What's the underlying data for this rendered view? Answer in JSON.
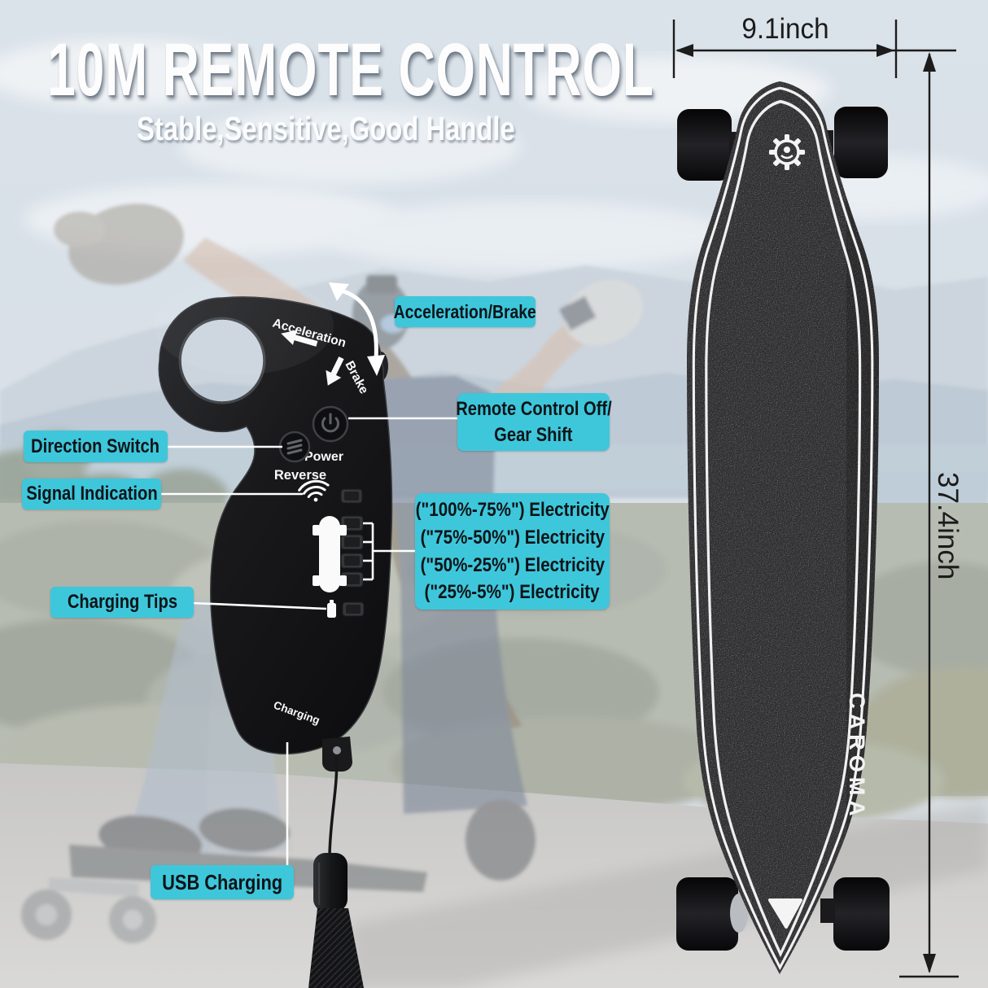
{
  "title": {
    "heading": "10M REMOTE CONTROL",
    "subheading": "Stable,Sensitive,Good Handle"
  },
  "callouts": {
    "acceleration_brake": "Acceleration/Brake",
    "remote_off": {
      "line1": "Remote Control Off/",
      "line2": "Gear Shift"
    },
    "direction_switch": "Direction Switch",
    "signal_indication": "Signal Indication",
    "charging_tips": "Charging Tips",
    "usb_charging": "USB Charging",
    "battery_levels": [
      "(\"100%-75%\") Electricity",
      "(\"75%-50%\") Electricity",
      "(\"50%-25%\") Electricity",
      "(\"25%-5%\") Electricity"
    ]
  },
  "remote_markings": {
    "acceleration": "Acceleration",
    "brake": "Brake",
    "power": "Power",
    "reverse": "Reverse",
    "charging": "Charging"
  },
  "board": {
    "brand": "CAROMA",
    "width": "9.1inch",
    "length": "37.4inch"
  },
  "colors": {
    "accent": "#3EC7DB",
    "label_text": "#0E1418",
    "dimension_line": "#1C1C1C",
    "callout_line": "#FFFFFF",
    "remote_body": "#1B1B1D",
    "deck_grip": "#2C2C2E"
  },
  "icons": {
    "wifi": "wifi-icon",
    "skateboard": "skateboard-icon",
    "charging_tip": "charging-tip-icon",
    "power": "power-icon",
    "reverse": "reverse-icon",
    "gear_logo": "gear-logo-icon",
    "rotate_arrow": "rotate-arrow-icon"
  }
}
